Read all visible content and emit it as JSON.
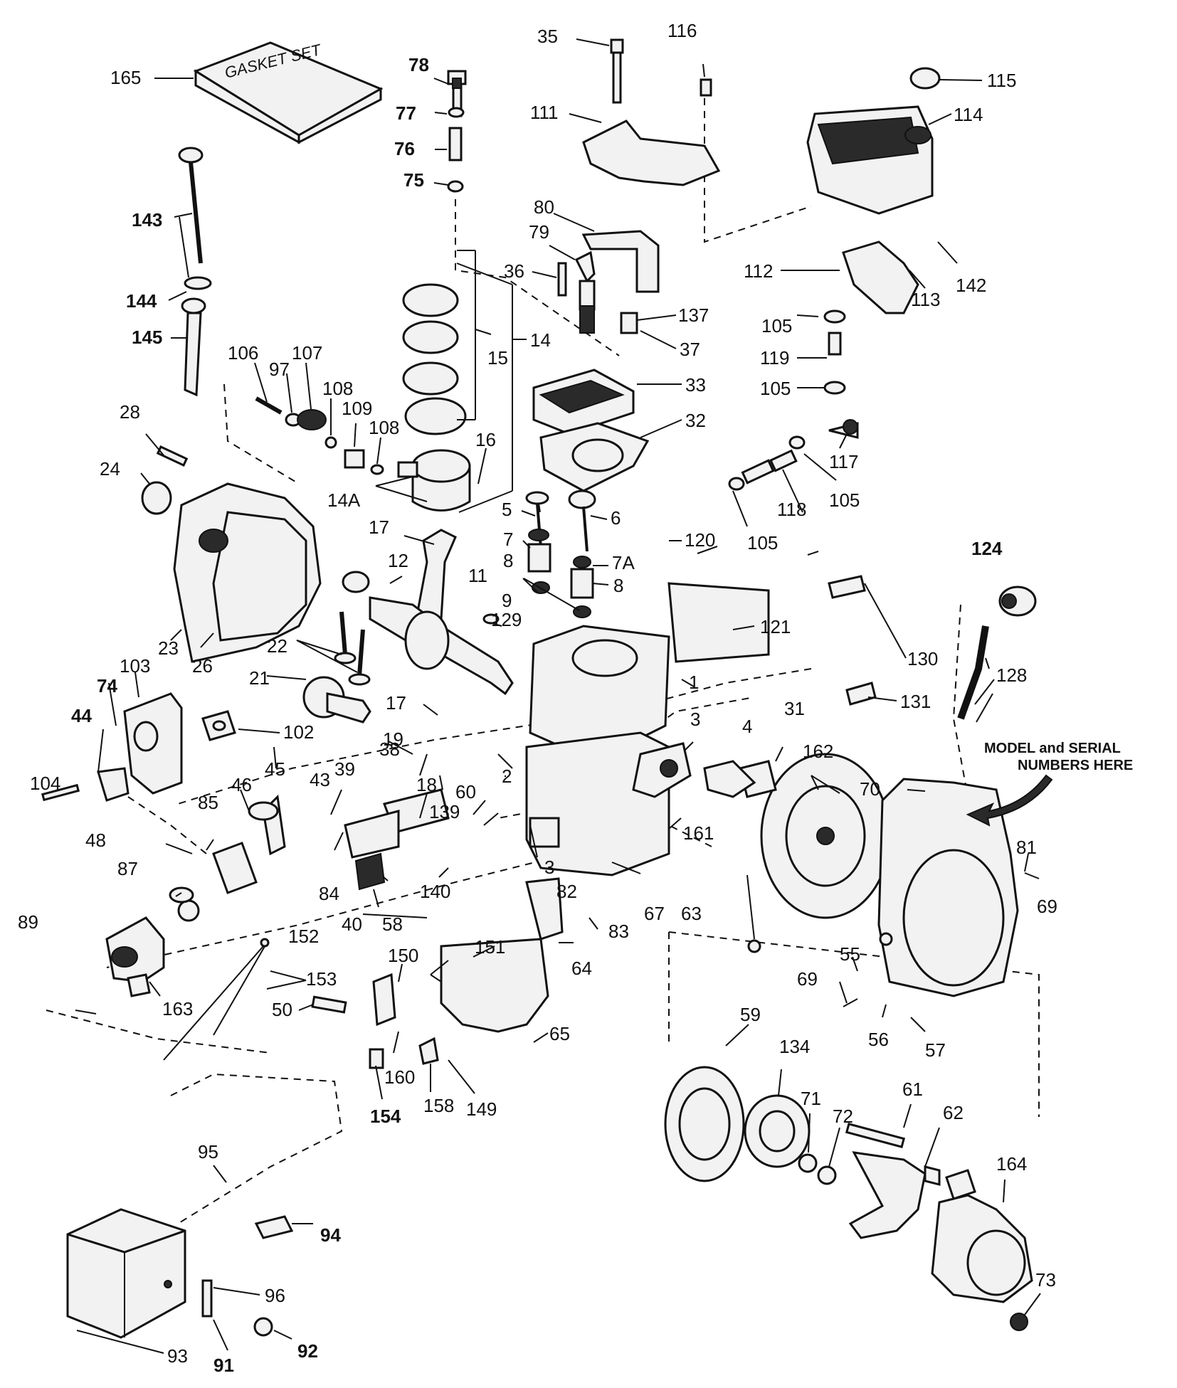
{
  "box_text": "GASKET SET",
  "note": [
    "MODEL and SERIAL",
    "NUMBERS HERE"
  ],
  "labels": {
    "l165": "165",
    "l78": "78",
    "l77": "77",
    "l76": "76",
    "l75": "75",
    "l35": "35",
    "l116": "116",
    "l111": "111",
    "l115": "115",
    "l114": "114",
    "l143": "143",
    "l144": "144",
    "l145": "145",
    "l80": "80",
    "l79": "79",
    "l36": "36",
    "l112": "112",
    "l142": "142",
    "l113": "113",
    "l137": "137",
    "l105a": "105",
    "l37": "37",
    "l15": "15",
    "l14": "14",
    "l119": "119",
    "l105b": "105",
    "l33": "33",
    "l106": "106",
    "l97": "97",
    "l107": "107",
    "l108a": "108",
    "l109": "109",
    "l108b": "108",
    "l28": "28",
    "l32": "32",
    "l117": "117",
    "l16": "16",
    "l24": "24",
    "l14a": "14A",
    "l105c": "105",
    "l118": "118",
    "l5": "5",
    "l6": "6",
    "l105d": "105",
    "l17a": "17",
    "l120": "120",
    "l7": "7",
    "l12": "12",
    "l8a": "8",
    "l7a": "7A",
    "l124": "124",
    "l11": "11",
    "l9": "9",
    "l8b": "8",
    "l129": "129",
    "l121": "121",
    "l23": "23",
    "l22": "22",
    "l26": "26",
    "l130": "130",
    "l103": "103",
    "l128": "128",
    "l21": "21",
    "l74": "74",
    "l1": "1",
    "l131": "131",
    "l44": "44",
    "l17b": "17",
    "l102": "102",
    "l31": "31",
    "l38": "38",
    "l19": "19",
    "l3a": "3",
    "l4": "4",
    "l162": "162",
    "l39": "39",
    "l45": "45",
    "l46": "46",
    "l43": "43",
    "l18": "18",
    "l2": "2",
    "l104": "104",
    "l70": "70",
    "l60": "60",
    "l85": "85",
    "l139": "139",
    "l161": "161",
    "l48": "48",
    "l3b": "3",
    "l81": "81",
    "l87": "87",
    "l84": "84",
    "l140": "140",
    "l82": "82",
    "l69a": "69",
    "l40": "40",
    "l58": "58",
    "l83": "83",
    "l67": "67",
    "l63": "63",
    "l89": "89",
    "l152": "152",
    "l151": "151",
    "l64": "64",
    "l150": "150",
    "l55": "55",
    "l153": "153",
    "l69b": "69",
    "l163": "163",
    "l50": "50",
    "l65": "65",
    "l59": "59",
    "l134": "134",
    "l56": "56",
    "l57": "57",
    "l160": "160",
    "l149": "149",
    "l158": "158",
    "l154": "154",
    "l61": "61",
    "l71": "71",
    "l72": "72",
    "l62": "62",
    "l95": "95",
    "l164": "164",
    "l94": "94",
    "l73": "73",
    "l96": "96",
    "l93": "93",
    "l91": "91",
    "l92": "92"
  }
}
